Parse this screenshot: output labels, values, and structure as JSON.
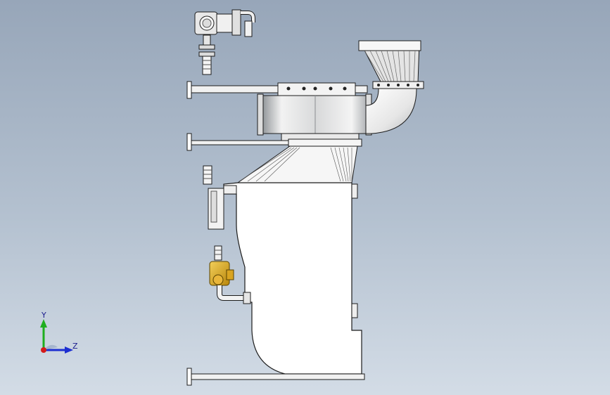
{
  "app": {
    "viewport_name": "3d-cad-viewport"
  },
  "triad": {
    "y_label": "Y",
    "z_label": "Z",
    "colors": {
      "y_axis": "#1fae1f",
      "z_axis": "#1d2fd1",
      "x_axis": "#d41b1b"
    }
  },
  "model": {
    "colors": {
      "body": "#ffffff",
      "outline": "#1c1c1c",
      "brass_valve": "#d9a421",
      "metal_shade": "#c9cbcc",
      "cone_shade": "#9aa0a6",
      "background_top": "#97a6b9",
      "background_bottom": "#d3dce6"
    }
  }
}
